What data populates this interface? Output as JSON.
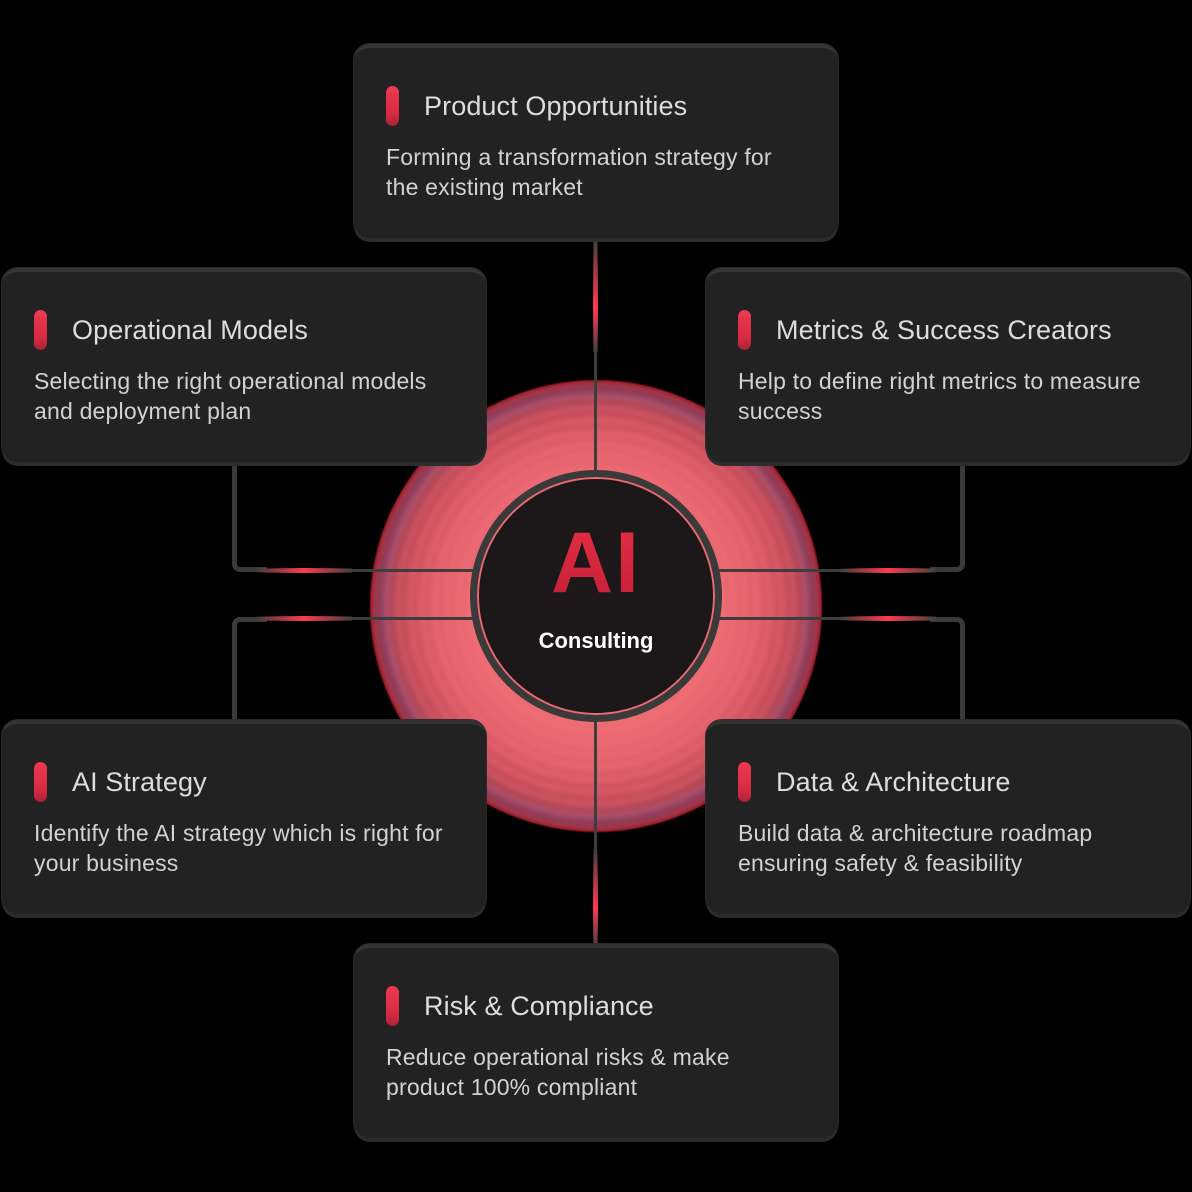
{
  "center": {
    "title": "AI",
    "subtitle": "Consulting"
  },
  "colors": {
    "accent": "#e1283f",
    "card_bg": "#222223",
    "connector": "#3d3d3d",
    "glow": "#ec6b73",
    "background": "#000000"
  },
  "cards": [
    {
      "title": "Product Opportunities",
      "description": "Forming a transformation strategy for the existing market"
    },
    {
      "title": "Operational Models",
      "description": "Selecting the right operational models and deployment plan"
    },
    {
      "title": "Metrics & Success Creators",
      "description": "Help to define right metrics to measure success"
    },
    {
      "title": "AI Strategy",
      "description": "Identify the AI strategy which is right for your business"
    },
    {
      "title": "Data & Architecture",
      "description": "Build data & architecture roadmap ensuring safety & feasibility"
    },
    {
      "title": "Risk & Compliance",
      "description": "Reduce operational risks & make product 100% compliant"
    }
  ]
}
